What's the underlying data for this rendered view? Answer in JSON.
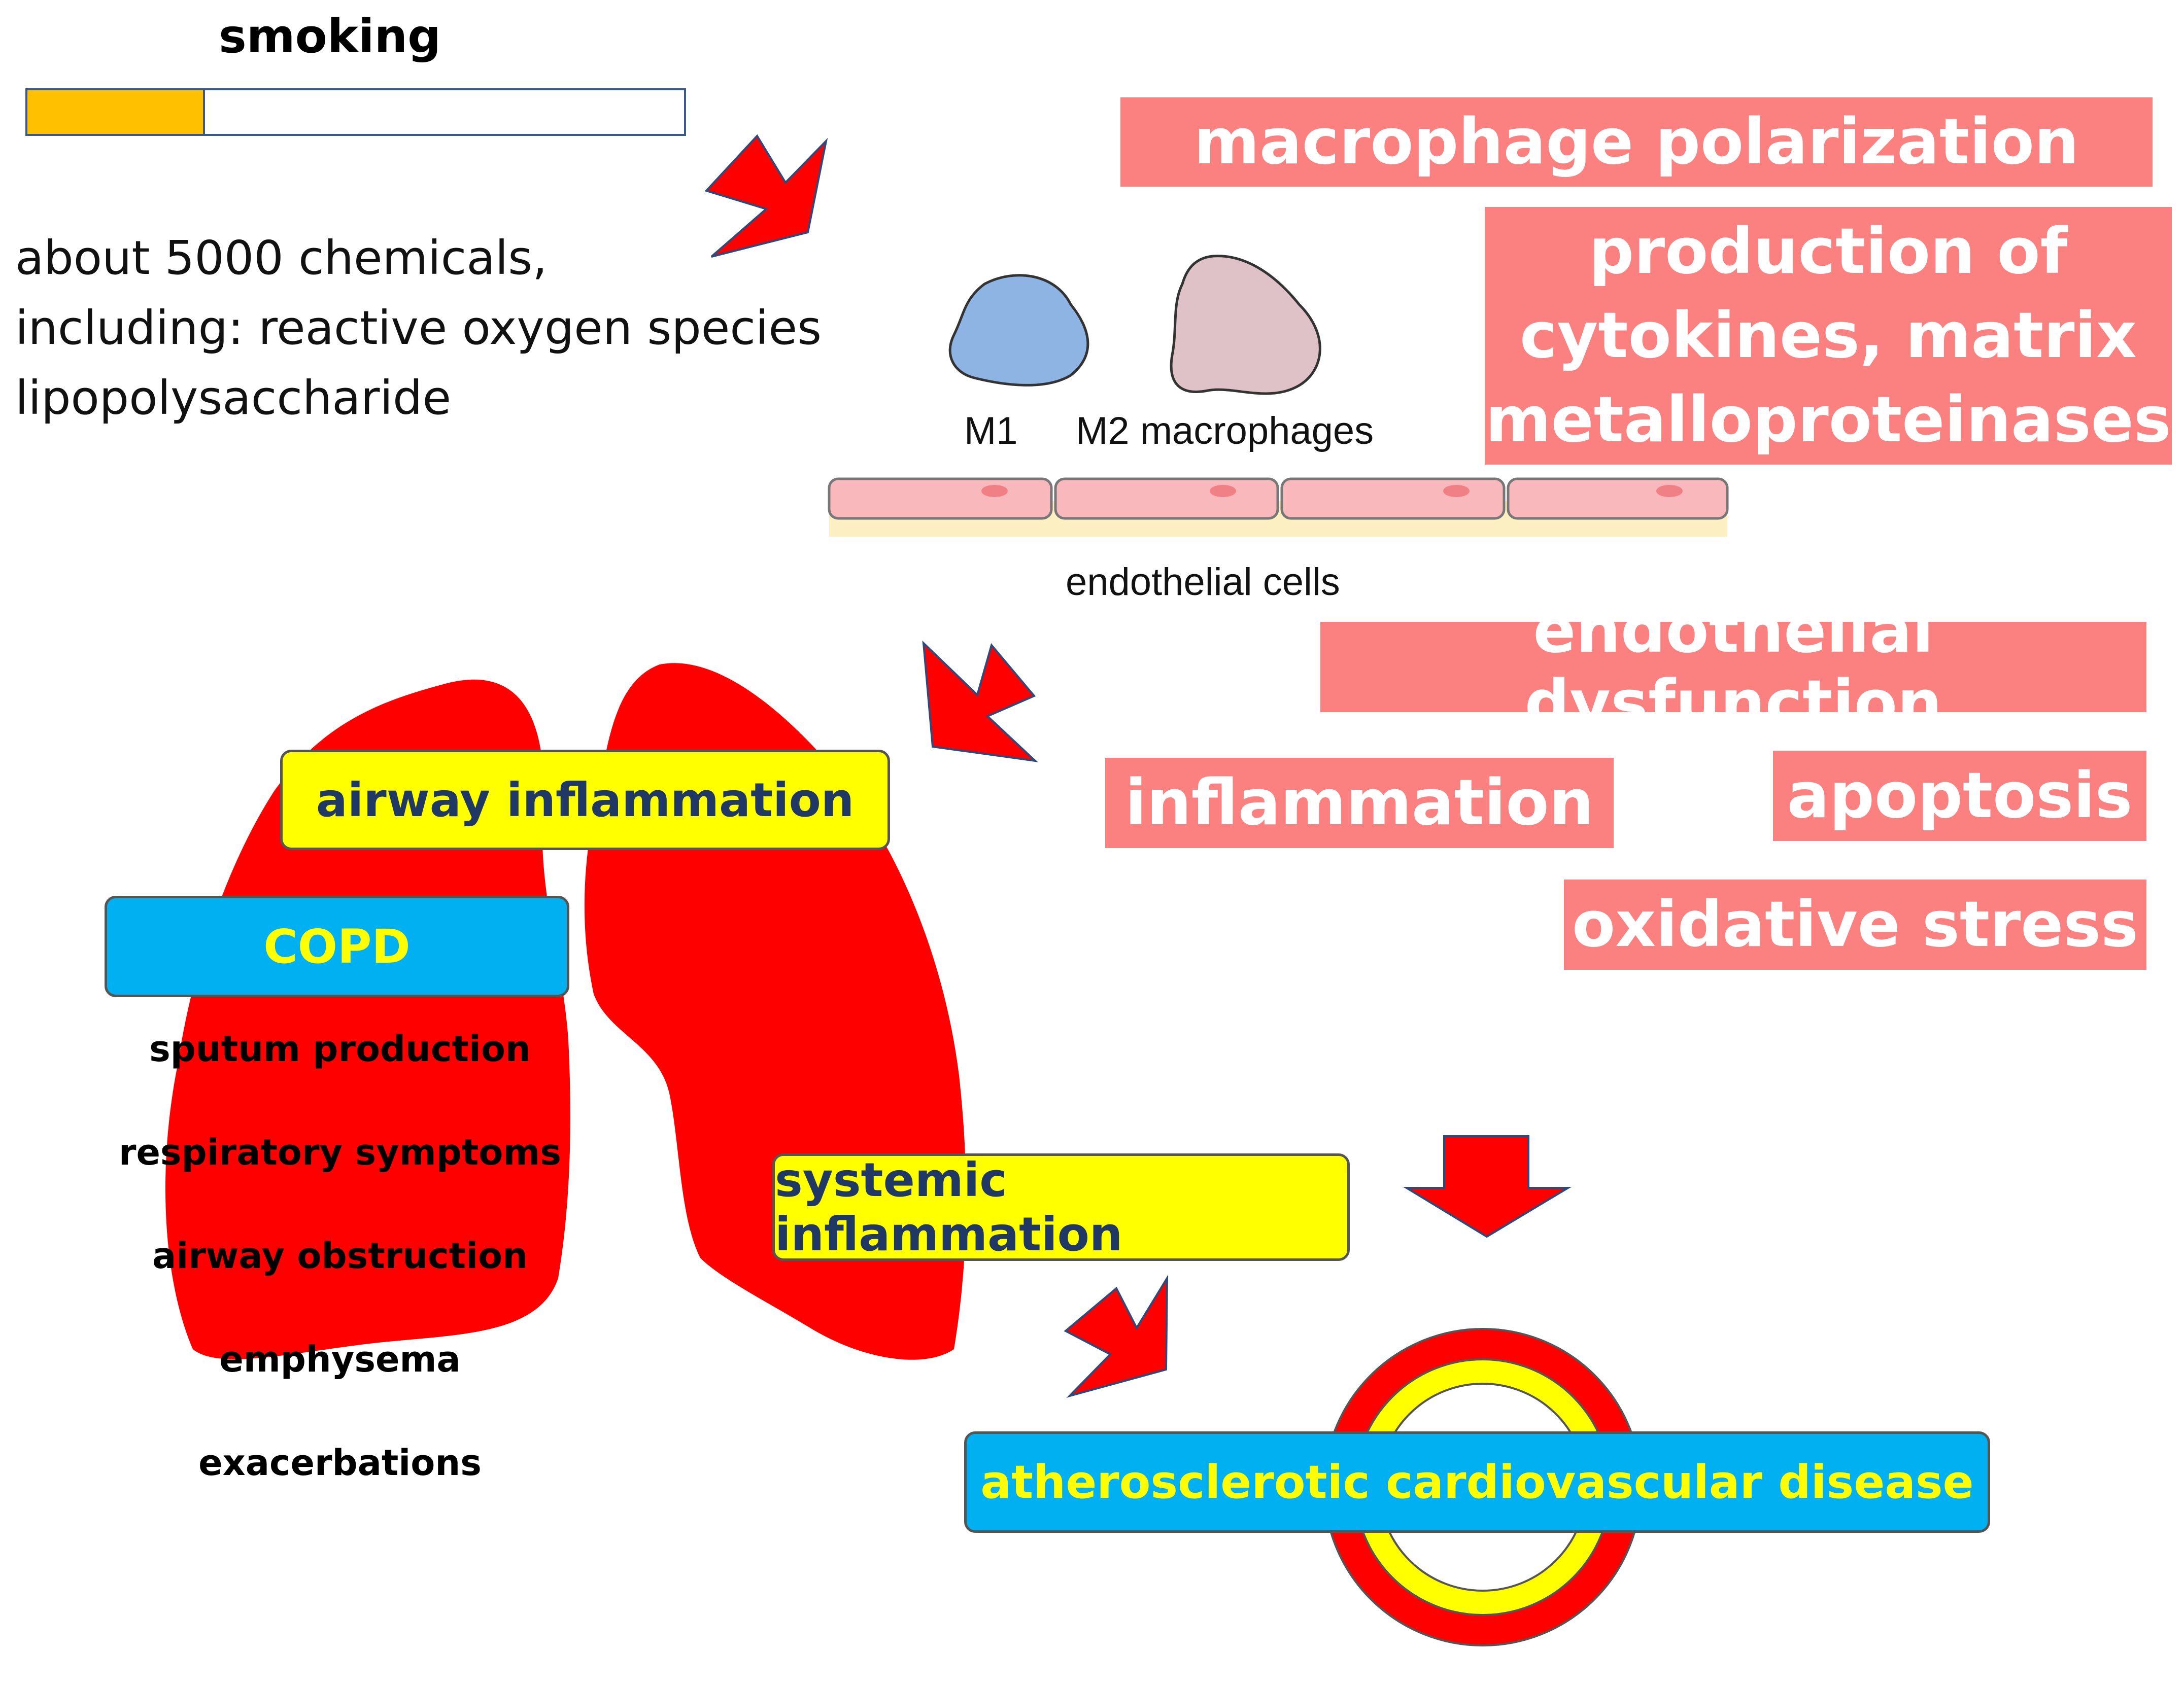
{
  "smoking": {
    "title": "smoking",
    "bar_fill_fraction": 0.27,
    "bar_fill_color": "#ffc000"
  },
  "chemicals": {
    "line1": "about 5000 chemicals,",
    "line2": "including: reactive oxygen species",
    "line3": "lipopolysaccharide"
  },
  "effects": {
    "macrophage_polarization": "macrophage polarization",
    "production_line1": "production of",
    "production_line2": "cytokines, matrix",
    "production_line3": "metalloproteinases",
    "endothelial_dysfunction": "endothelial dysfunction",
    "inflammation": "inflammation",
    "apoptosis": "apoptosis",
    "oxidative_stress": "oxidative stress"
  },
  "cells": {
    "m1_label": "M1",
    "m2_label": "M2 macrophages",
    "endothelial_label": "endothelial cells",
    "m1_color": "#8eb4e3",
    "m2_color": "#dfc1c8"
  },
  "lung": {
    "airway_inflammation": "airway inflammation",
    "copd": "COPD",
    "symptoms": [
      "sputum production",
      "respiratory symptoms",
      "airway obstruction",
      "emphysema",
      "exacerbations"
    ]
  },
  "vascular": {
    "systemic_inflammation": "systemic inflammation",
    "ascvd": "atherosclerotic cardiovascular disease"
  },
  "colors": {
    "pink": "#fb8080",
    "arrow_red": "#ff0000",
    "label_yellow": "#ffff00",
    "label_blue": "#00b0f0",
    "label_text_navy": "#1f3864"
  }
}
